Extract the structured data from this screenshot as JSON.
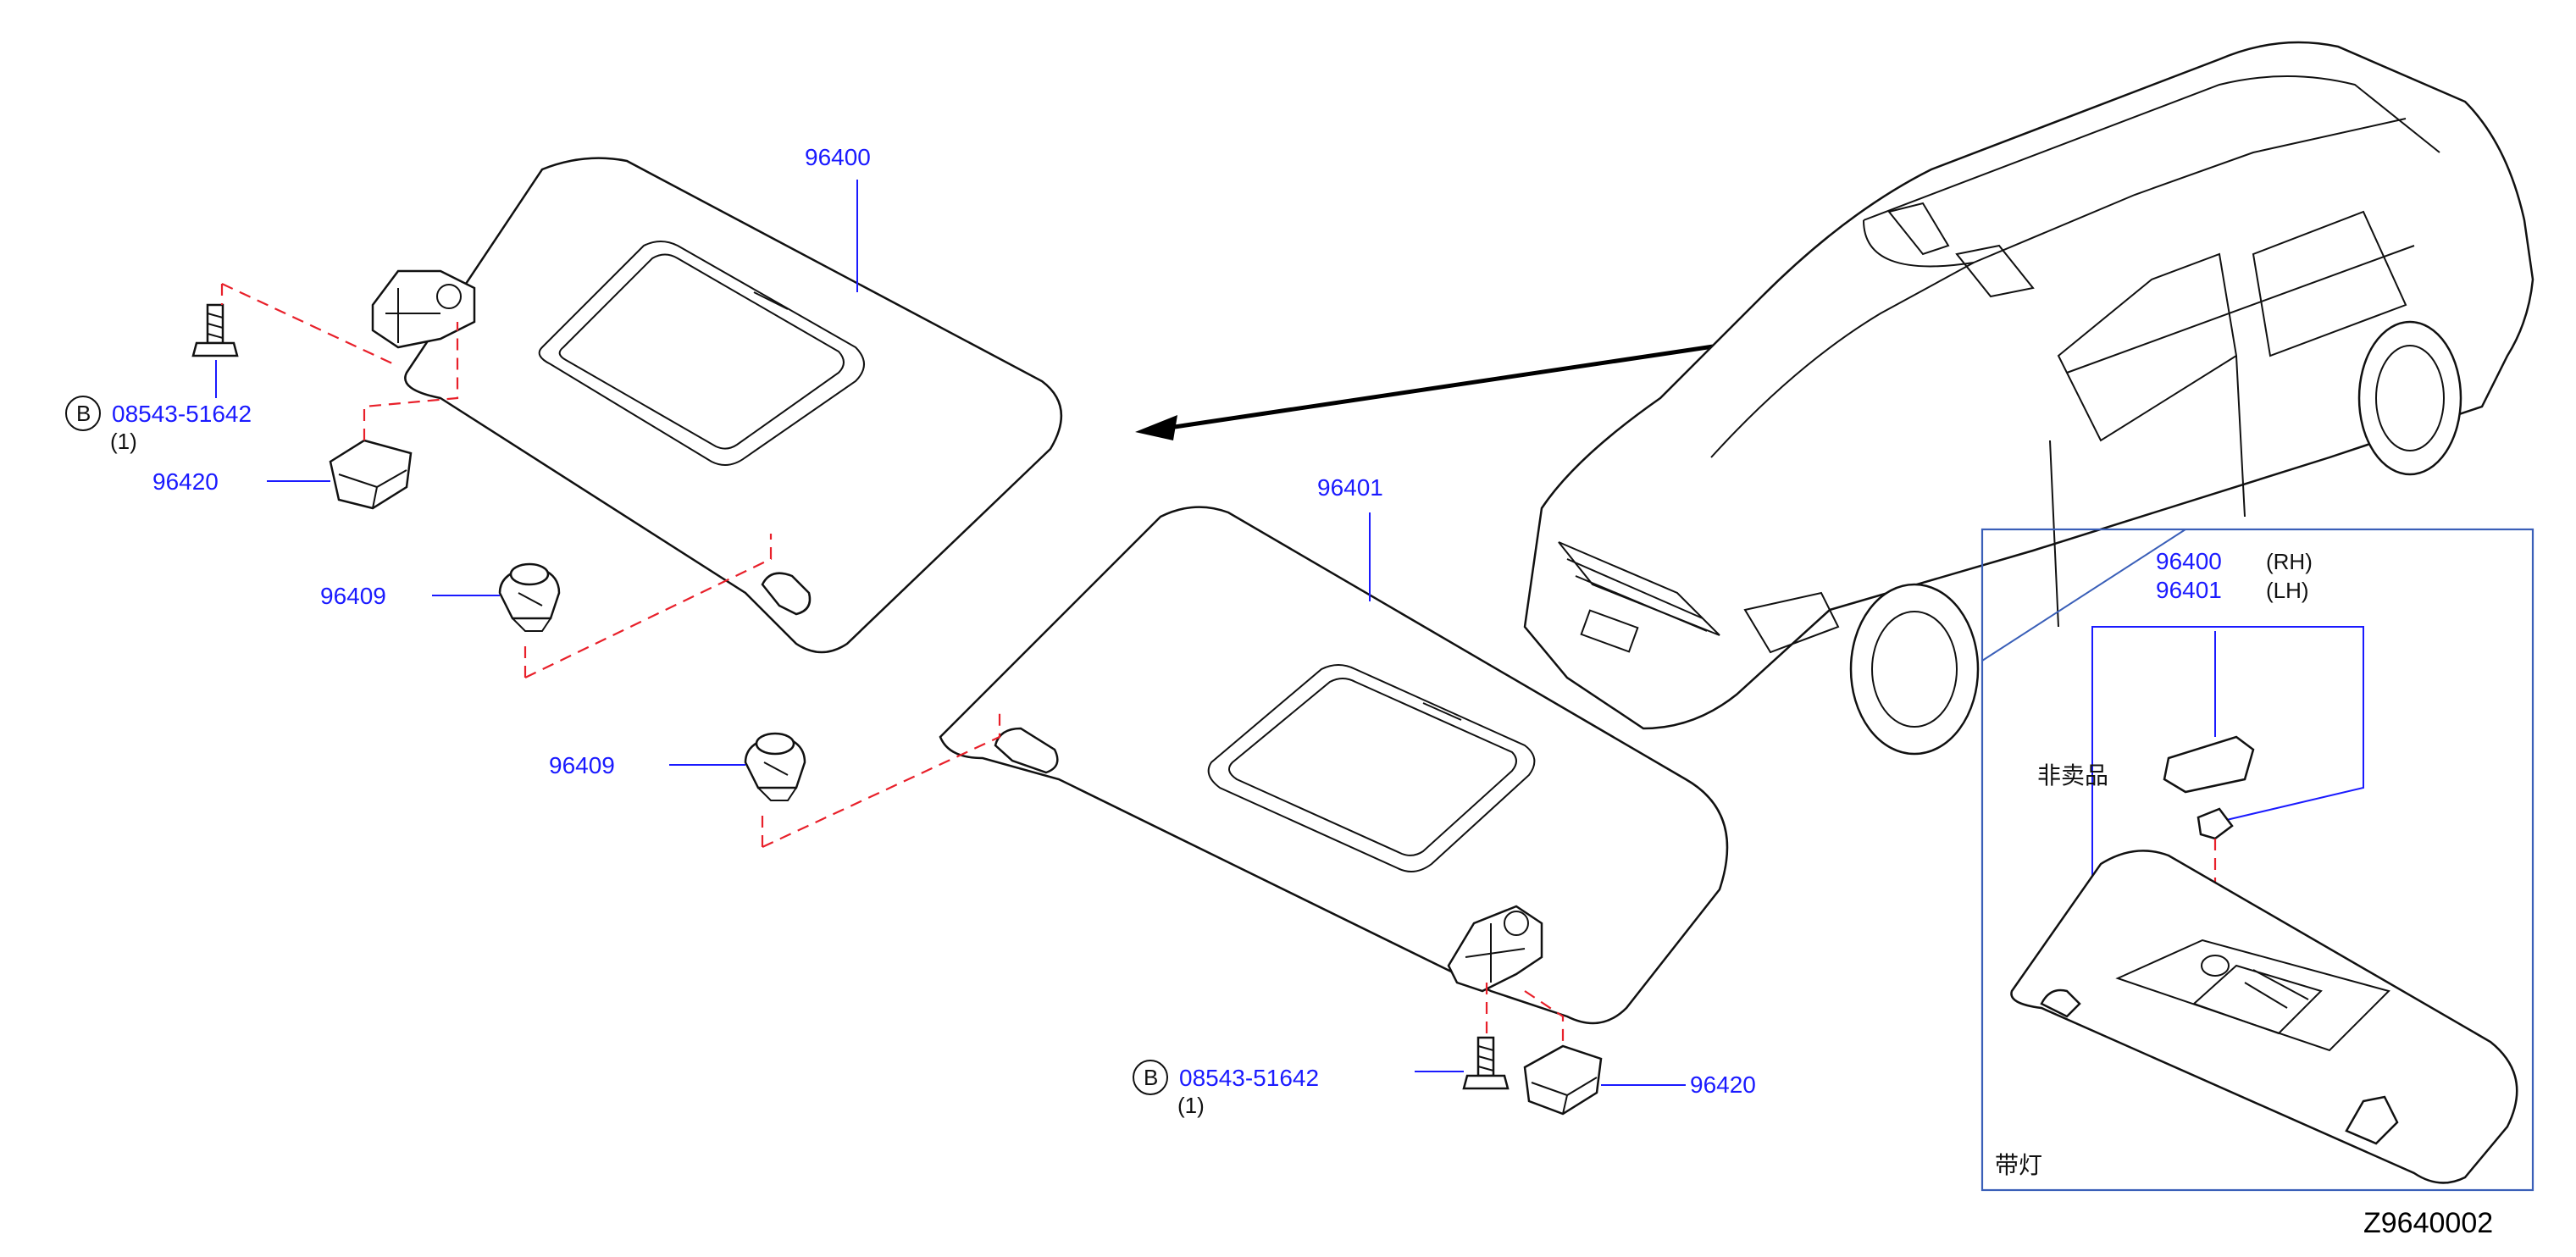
{
  "diagram_code": "Z9640002",
  "parts": {
    "visor_rh": "96400",
    "visor_lh": "96401",
    "holder_left": "96420",
    "holder_right": "96420",
    "clip_upper": "96409",
    "clip_lower": "96409",
    "bolt_upper": {
      "prefix": "B",
      "part_no": "08543-51642",
      "qty": "(1)"
    },
    "bolt_lower": {
      "prefix": "B",
      "part_no": "08543-51642",
      "qty": "(1)"
    }
  },
  "inset": {
    "rh_no": "96400",
    "rh_side": "(RH)",
    "lh_no": "96401",
    "lh_side": "(LH)",
    "not_sold": "非卖品",
    "with_lamp": "带灯"
  },
  "colors": {
    "label": "#1a1aff",
    "dashed_guide": "#e8202a",
    "outline": "#111111"
  }
}
